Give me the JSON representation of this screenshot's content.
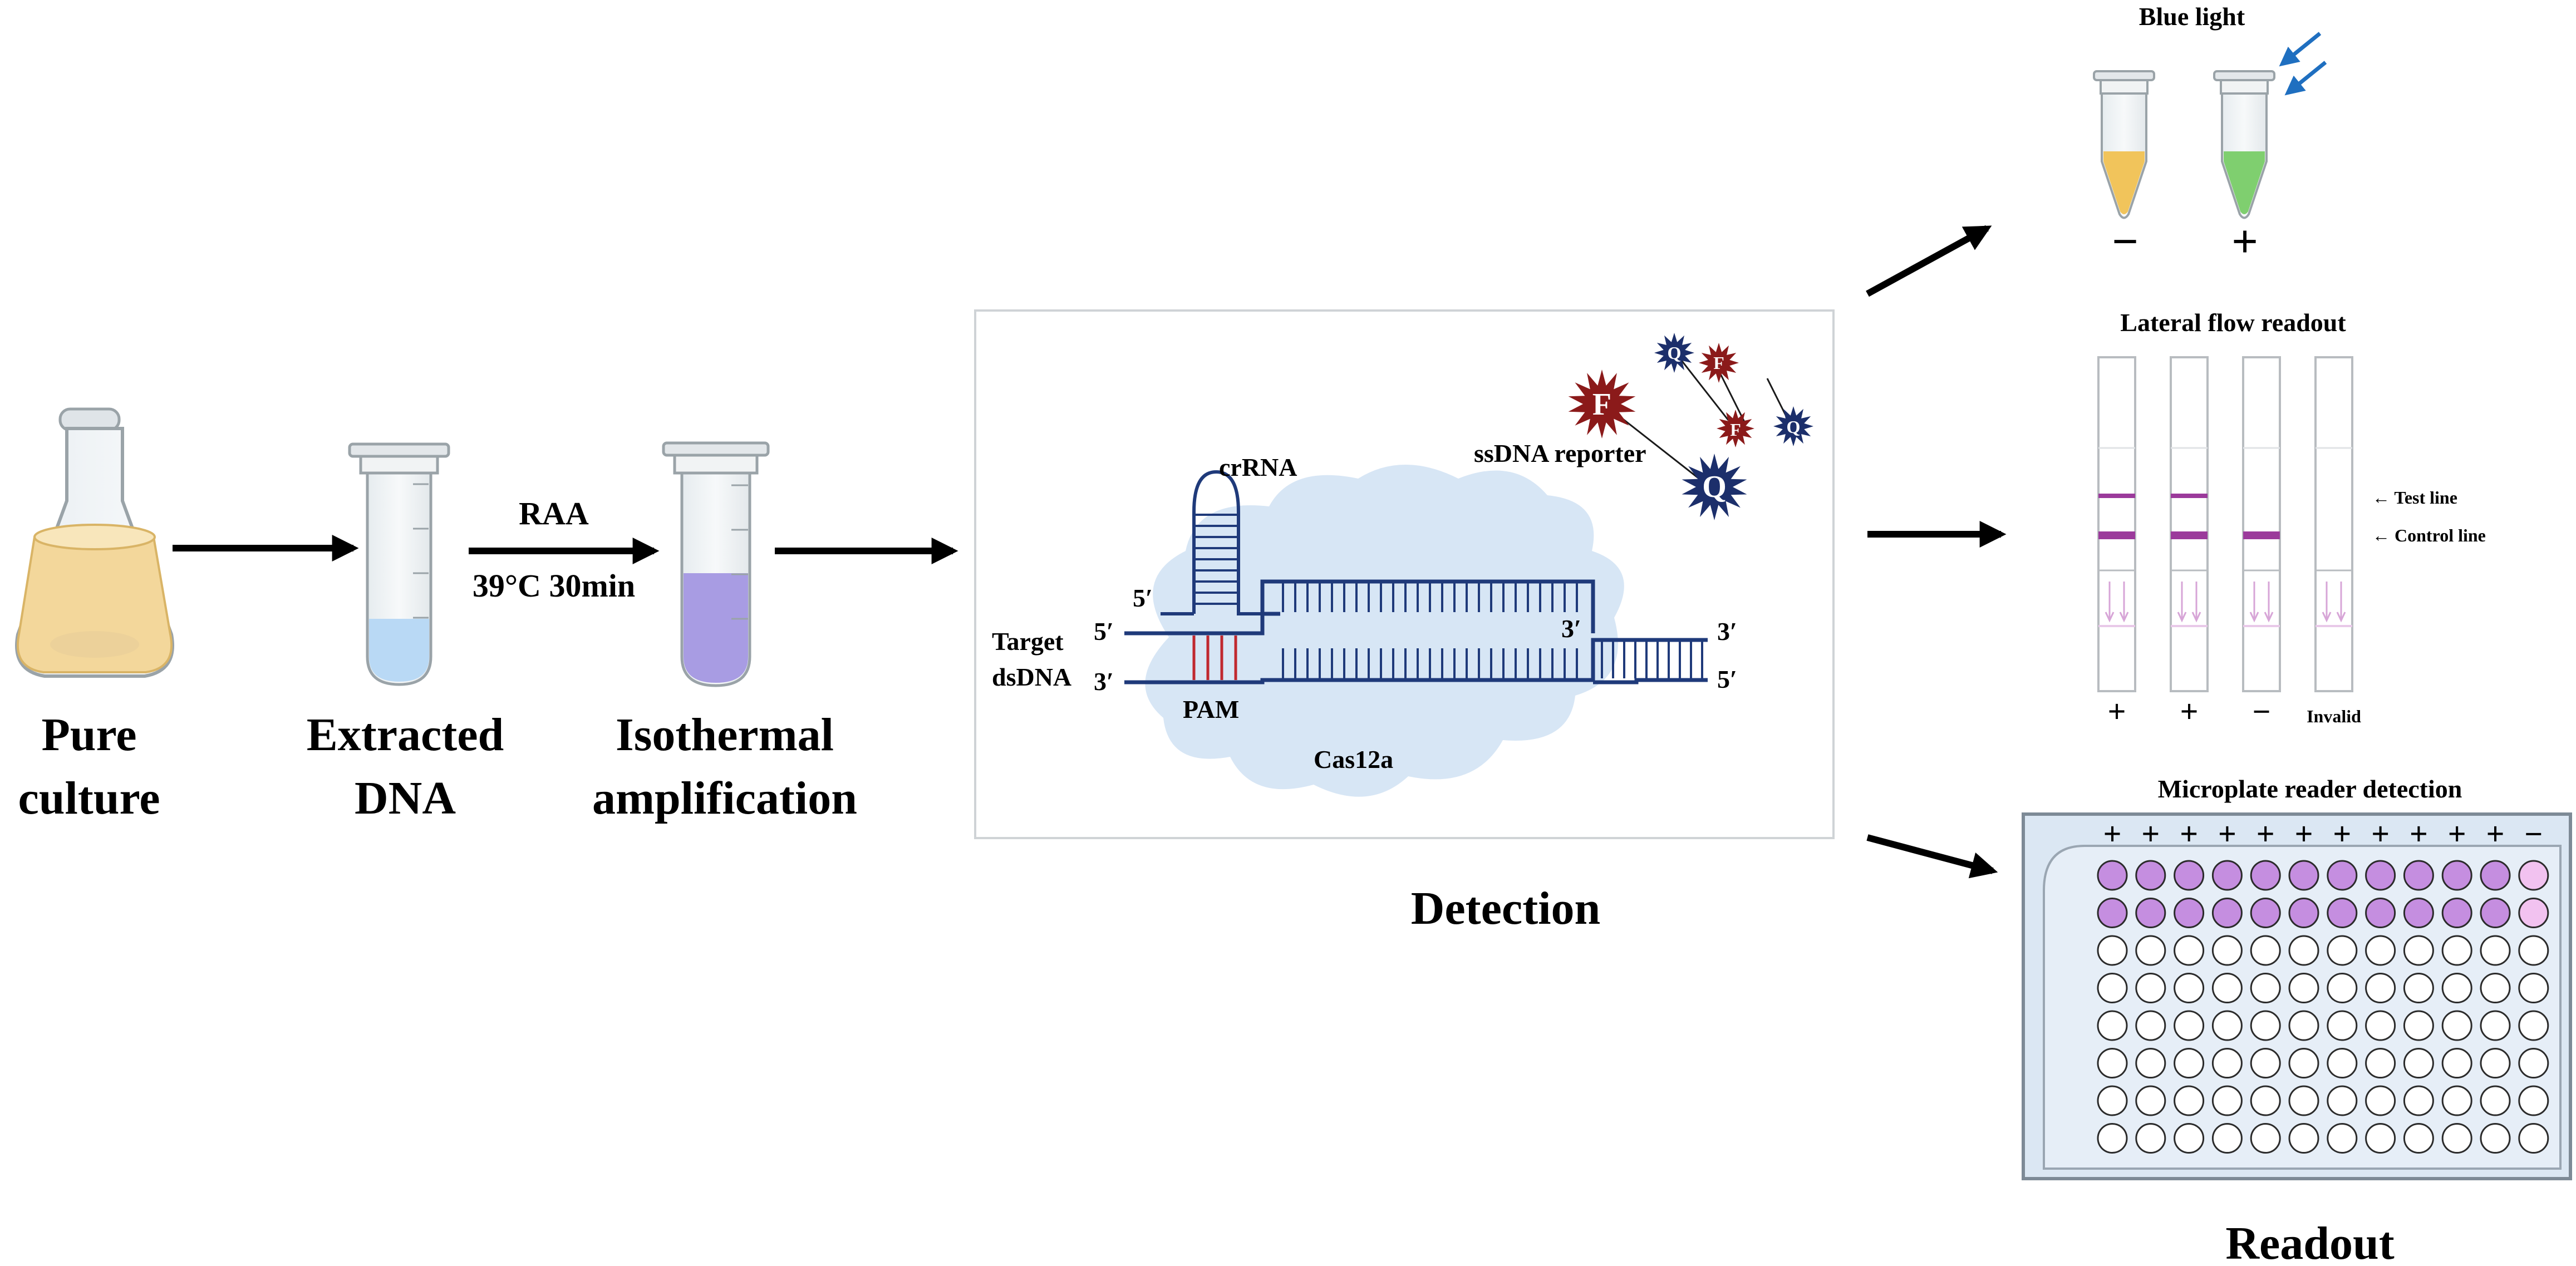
{
  "steps": {
    "pure_culture": [
      "Pure",
      "culture"
    ],
    "extracted_dna": [
      "Extracted",
      "DNA"
    ],
    "isothermal": [
      "Isothermal",
      "amplification"
    ],
    "raa": "RAA",
    "condition": "39°C 30min",
    "detection": "Detection",
    "readout": "Readout"
  },
  "detection_box": {
    "crrna": "crRNA",
    "ssdna_reporter": "ssDNA reporter",
    "target_label": [
      "Target",
      "dsDNA"
    ],
    "pam": "PAM",
    "cas12a": "Cas12a",
    "ends": {
      "five_prime": "5′",
      "three_prime": "3′"
    },
    "fluorophore": "F",
    "quencher": "Q"
  },
  "readouts": {
    "blue_light": {
      "title": "Blue light",
      "negative": "−",
      "positive": "+"
    },
    "lateral_flow": {
      "title": "Lateral flow readout",
      "test_line": "←  Test line",
      "control_line": "←  Control line",
      "strips": [
        "+",
        "+",
        "−",
        "Invalid"
      ],
      "strip_test_line": [
        true,
        true,
        false,
        false
      ],
      "strip_control_line": [
        true,
        true,
        true,
        false
      ]
    },
    "microplate": {
      "title": "Microplate reader detection",
      "column_signs": [
        "+",
        "+",
        "+",
        "+",
        "+",
        "+",
        "+",
        "+",
        "+",
        "+",
        "+",
        "−"
      ],
      "rows": 8,
      "columns": 12,
      "filled_rows": 2
    }
  },
  "colors": {
    "dna_strand": "#1f3a7a",
    "pam_bar": "#c0282f",
    "cas_cloud": "#d7e6f5",
    "f_star": "#8b1a1a",
    "q_star": "#1c2f6b",
    "well_positive": "#c58ee0",
    "well_negative": "#f2c2f0",
    "plate_bg": "#dbe7f3",
    "arrow_blue": "#1f6fc0",
    "tube_yellow": "#f1c45b",
    "tube_green": "#7fcf6f",
    "tube_blue": "#b9d9f5",
    "tube_purple": "#a89ce3",
    "strip_line": "#9b3a9b"
  }
}
